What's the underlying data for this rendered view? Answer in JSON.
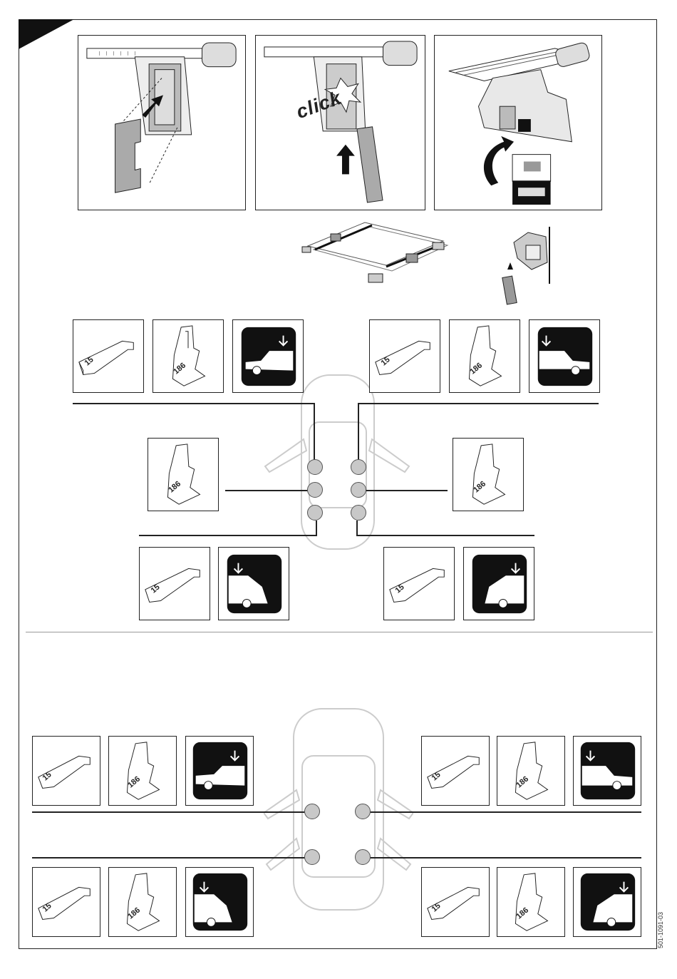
{
  "doc_id": "501-1091-03",
  "step1": {
    "click_label": "click"
  },
  "labels": {
    "foot_pad_number": "15",
    "bracket_number": "186"
  }
}
